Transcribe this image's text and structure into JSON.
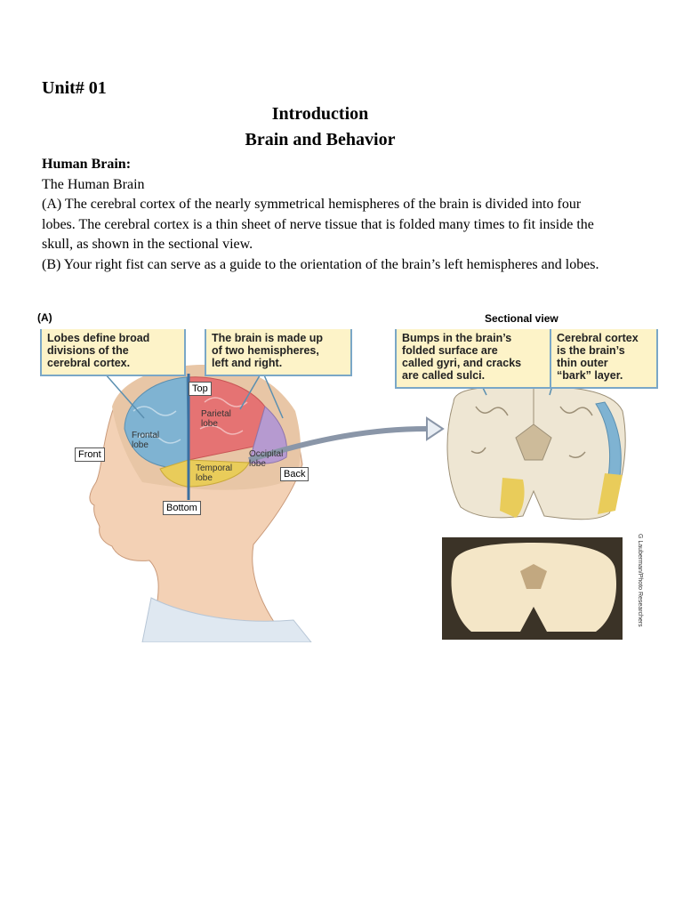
{
  "heading": {
    "unit": "Unit# 01",
    "title": "Introduction",
    "subtitle": "Brain and Behavior"
  },
  "section": {
    "heading": "Human Brain:",
    "intro": "The Human Brain",
    "para_a": "(A) The cerebral cortex of the nearly symmetrical hemispheres of the brain is divided into four lobes. The cerebral cortex is a thin sheet of nerve tissue that is folded many times to fit inside the skull, as shown in the sectional view.",
    "para_b": "(B) Your right fist can serve as a guide to the orientation of the brain’s left hemispheres and lobes."
  },
  "figure": {
    "panel_label": "(A)",
    "sectional_label": "Sectional view",
    "callouts": {
      "lobes": [
        "Lobes define broad",
        "divisions of the",
        "cerebral cortex."
      ],
      "hemispheres": [
        "The brain is made up",
        "of two hemispheres,",
        "left and right."
      ],
      "gyri": [
        "Bumps in the brain’s",
        "folded surface are",
        "called gyri, and cracks",
        "are called sulci."
      ],
      "cortex": [
        "Cerebral cortex",
        "is the brain’s",
        "thin outer",
        "“bark” layer."
      ]
    },
    "orientation": {
      "top": "Top",
      "front": "Front",
      "back": "Back",
      "bottom": "Bottom"
    },
    "lobes": {
      "frontal": [
        "Frontal",
        "lobe"
      ],
      "parietal": [
        "Parietal",
        "lobe"
      ],
      "occipital": [
        "Occipital",
        "lobe"
      ],
      "temporal": [
        "Temporal",
        "lobe"
      ]
    },
    "photo_credit": "G Lauberman/Photo Researchers",
    "colors": {
      "frontal": "#7fb3d2",
      "parietal": "#e57373",
      "occipital": "#b69ad0",
      "temporal": "#e9cc5a",
      "callout_bg": "#fdf3c8",
      "callout_border": "#7aa7c7"
    }
  }
}
